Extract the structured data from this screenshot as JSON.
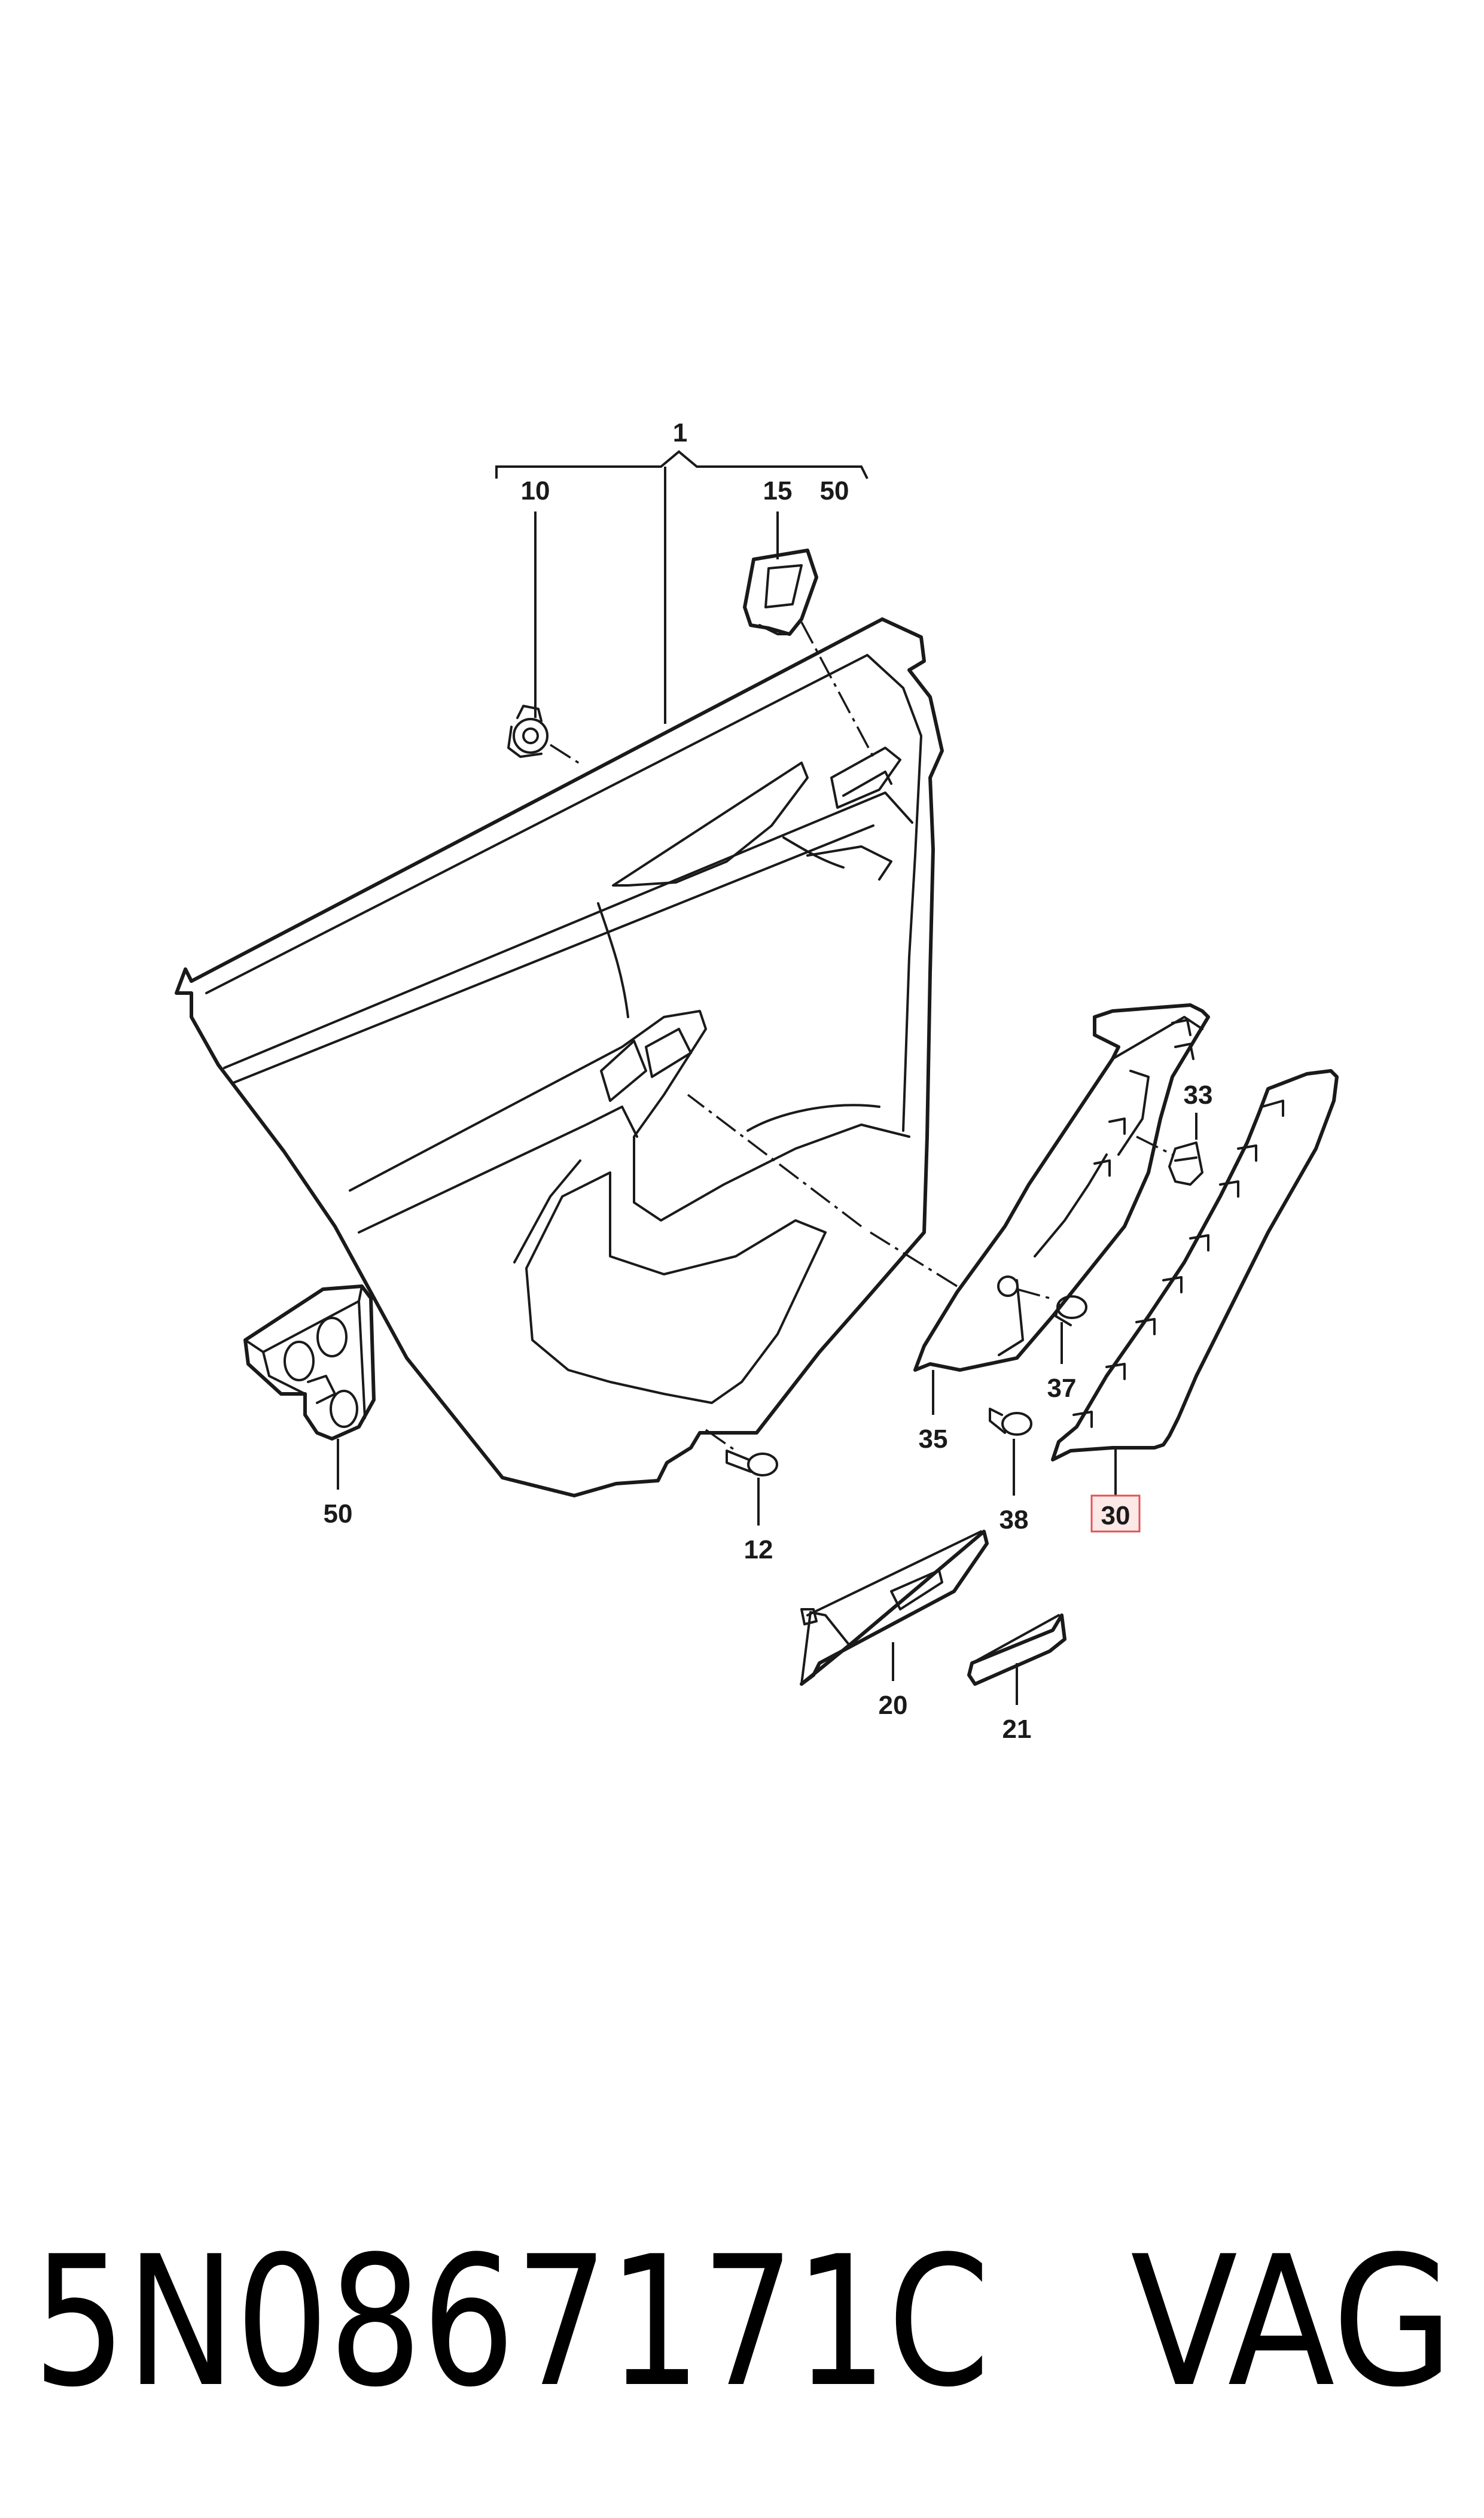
{
  "callouts": {
    "c1": "1",
    "c10": "10",
    "c15": "15",
    "c50a": "50",
    "c50b": "50",
    "c12": "12",
    "c33": "33",
    "c35": "35",
    "c37": "37",
    "c38": "38",
    "c30": "30",
    "c20": "20",
    "c21": "21"
  },
  "highlight": {
    "color": "#e05555",
    "fill": "#fde8e8"
  },
  "footer": {
    "part_number": "5N0867171C",
    "brand": "VAG"
  }
}
